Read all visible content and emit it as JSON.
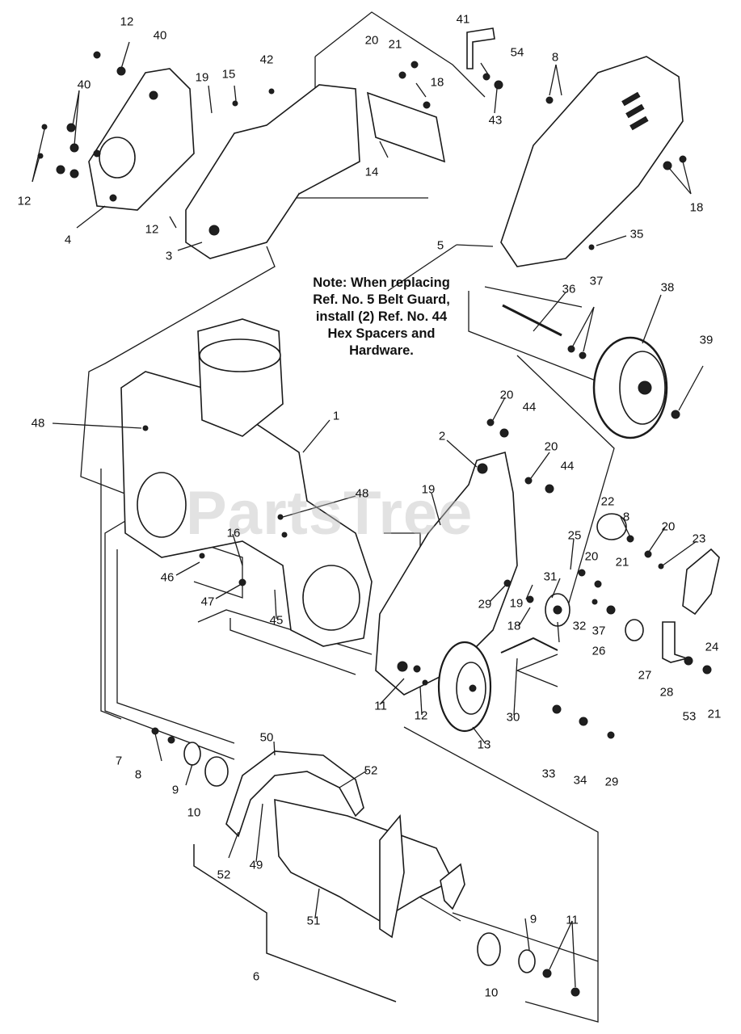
{
  "note": {
    "lines": [
      "Note: When replacing",
      "Ref. No. 5 Belt Guard,",
      "install (2) Ref. No. 44",
      "Hex Spacers and",
      "Hardware."
    ]
  },
  "watermark": "PartsTree",
  "callouts": [
    {
      "id": "c1",
      "text": "12"
    },
    {
      "id": "c2",
      "text": "40"
    },
    {
      "id": "c3",
      "text": "40"
    },
    {
      "id": "c4",
      "text": "12"
    },
    {
      "id": "c5",
      "text": "4"
    },
    {
      "id": "c6",
      "text": "19"
    },
    {
      "id": "c7",
      "text": "15"
    },
    {
      "id": "c8",
      "text": "42"
    },
    {
      "id": "c9",
      "text": "12"
    },
    {
      "id": "c10",
      "text": "3"
    },
    {
      "id": "c11",
      "text": "20"
    },
    {
      "id": "c12",
      "text": "21"
    },
    {
      "id": "c13",
      "text": "18"
    },
    {
      "id": "c14",
      "text": "14"
    },
    {
      "id": "c15",
      "text": "41"
    },
    {
      "id": "c16",
      "text": "54"
    },
    {
      "id": "c17",
      "text": "43"
    },
    {
      "id": "c18",
      "text": "8"
    },
    {
      "id": "c19",
      "text": "18"
    },
    {
      "id": "c20",
      "text": "5"
    },
    {
      "id": "c21",
      "text": "35"
    },
    {
      "id": "c22",
      "text": "36"
    },
    {
      "id": "c23",
      "text": "37"
    },
    {
      "id": "c24",
      "text": "38"
    },
    {
      "id": "c25",
      "text": "39"
    },
    {
      "id": "c26",
      "text": "1"
    },
    {
      "id": "c27",
      "text": "48"
    },
    {
      "id": "c28",
      "text": "48"
    },
    {
      "id": "c29",
      "text": "20"
    },
    {
      "id": "c30",
      "text": "44"
    },
    {
      "id": "c31",
      "text": "2"
    },
    {
      "id": "c32",
      "text": "20"
    },
    {
      "id": "c33",
      "text": "44"
    },
    {
      "id": "c34",
      "text": "22"
    },
    {
      "id": "c35",
      "text": "8"
    },
    {
      "id": "c36",
      "text": "20"
    },
    {
      "id": "c37",
      "text": "23"
    },
    {
      "id": "c38",
      "text": "25"
    },
    {
      "id": "c39",
      "text": "20"
    },
    {
      "id": "c40",
      "text": "21"
    },
    {
      "id": "c41",
      "text": "16"
    },
    {
      "id": "c42",
      "text": "46"
    },
    {
      "id": "c43",
      "text": "47"
    },
    {
      "id": "c44",
      "text": "45"
    },
    {
      "id": "c45",
      "text": "19"
    },
    {
      "id": "c46",
      "text": "29"
    },
    {
      "id": "c47",
      "text": "19"
    },
    {
      "id": "c48",
      "text": "31"
    },
    {
      "id": "c49",
      "text": "18"
    },
    {
      "id": "c50",
      "text": "32"
    },
    {
      "id": "c51",
      "text": "37"
    },
    {
      "id": "c52",
      "text": "26"
    },
    {
      "id": "c53",
      "text": "27"
    },
    {
      "id": "c54",
      "text": "28"
    },
    {
      "id": "c55",
      "text": "24"
    },
    {
      "id": "c56",
      "text": "53"
    },
    {
      "id": "c57",
      "text": "21"
    },
    {
      "id": "c58",
      "text": "11"
    },
    {
      "id": "c59",
      "text": "12"
    },
    {
      "id": "c60",
      "text": "13"
    },
    {
      "id": "c61",
      "text": "30"
    },
    {
      "id": "c62",
      "text": "33"
    },
    {
      "id": "c63",
      "text": "34"
    },
    {
      "id": "c64",
      "text": "29"
    },
    {
      "id": "c65",
      "text": "7"
    },
    {
      "id": "c66",
      "text": "8"
    },
    {
      "id": "c67",
      "text": "9"
    },
    {
      "id": "c68",
      "text": "10"
    },
    {
      "id": "c69",
      "text": "50"
    },
    {
      "id": "c70",
      "text": "52"
    },
    {
      "id": "c71",
      "text": "52"
    },
    {
      "id": "c72",
      "text": "49"
    },
    {
      "id": "c73",
      "text": "51"
    },
    {
      "id": "c74",
      "text": "6"
    },
    {
      "id": "c75",
      "text": "9"
    },
    {
      "id": "c76",
      "text": "11"
    },
    {
      "id": "c77",
      "text": "10"
    }
  ]
}
